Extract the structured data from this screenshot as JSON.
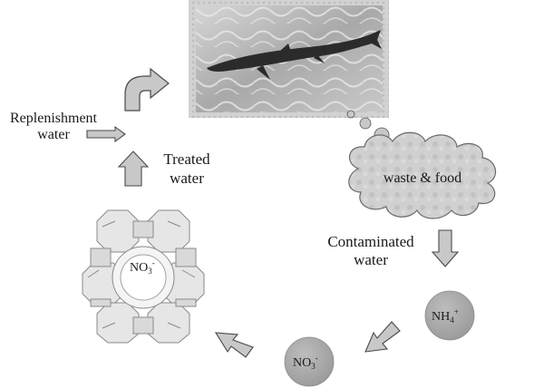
{
  "labels": {
    "replenishment_line1": "Replenishment",
    "replenishment_line2": "water",
    "treated_line1": "Treated",
    "treated_line2": "water",
    "contaminated_line1": "Contaminated",
    "contaminated_line2": "water",
    "waste_food": "waste & food"
  },
  "species": {
    "zeolite_nitrate": {
      "base": "NO",
      "sub": "3",
      "sup": "-"
    },
    "ammonium": {
      "base": "NH",
      "sub": "4",
      "sup": "+"
    },
    "nitrate": {
      "base": "NO",
      "sub": "3",
      "sup": "-"
    }
  },
  "colors": {
    "arrow_fill": "#c8c8c8",
    "arrow_stroke": "#4a4a4a",
    "circle_fill": "#a6a6a6",
    "tank_frame": "#d0d0d0",
    "water_base": "#b9b9b9",
    "cloud_fill": "#cfcfcf",
    "zeolite_fill": "#e6e6e6"
  },
  "icons": {
    "aquarium": "aquarium-photo-icon",
    "fish": "fish-icon",
    "cloud": "thought-cloud-icon",
    "zeolite": "zeolite-framework-icon"
  }
}
